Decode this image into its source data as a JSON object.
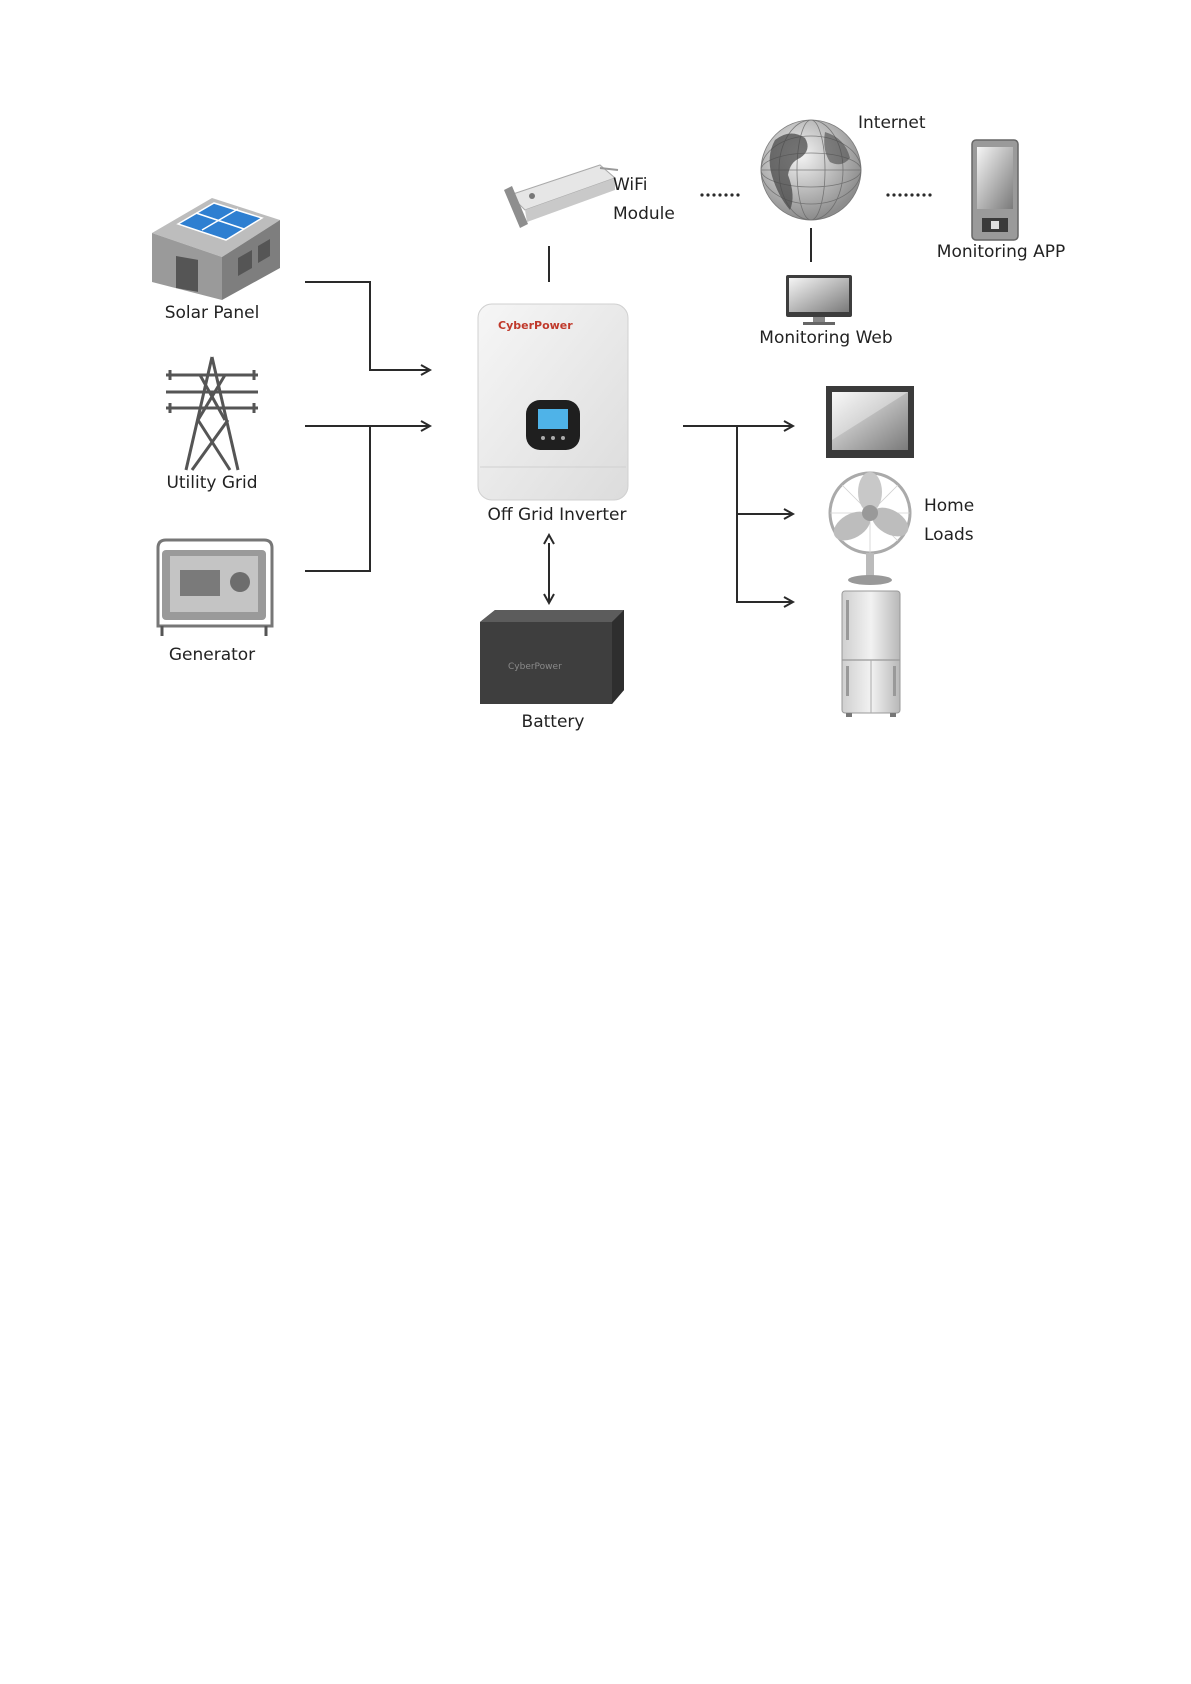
{
  "diagram": {
    "labels": {
      "solar_panel": "Solar Panel",
      "utility_grid": "Utility Grid",
      "generator": "Generator",
      "wifi_line1": "WiFi",
      "wifi_line2": "Module",
      "internet": "Internet",
      "monitoring_app": "Monitoring APP",
      "monitoring_web": "Monitoring Web",
      "inverter": "Off Grid Inverter",
      "battery": "Battery",
      "home_line1": "Home",
      "home_line2": "Loads"
    },
    "brand_text": "CyberPower",
    "battery_brand_text": "CyberPower",
    "colors": {
      "line": "#2a2a2a",
      "solar_cell": "#2e7fd1",
      "house_wall": "#9a9a9a",
      "inverter_body": "#ececec",
      "inverter_brand": "#c0392b",
      "battery_body": "#4a4a4a",
      "screen": "#4fb3e8"
    },
    "icons": [
      "house-solar-icon",
      "pylon-icon",
      "generator-icon",
      "wifi-module-icon",
      "globe-icon",
      "phone-icon",
      "monitor-icon",
      "inverter-icon",
      "battery-icon",
      "tv-icon",
      "fan-icon",
      "fridge-icon"
    ]
  }
}
